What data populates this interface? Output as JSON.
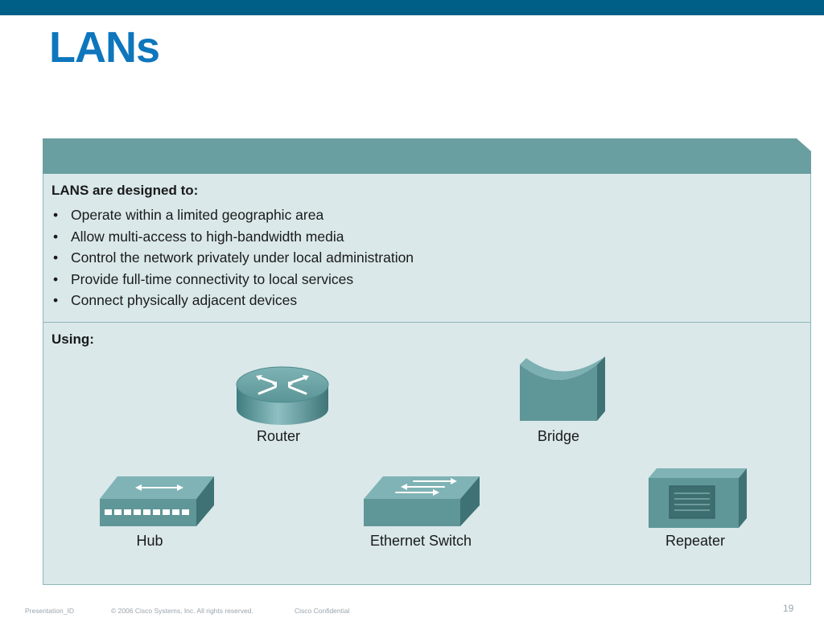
{
  "slide": {
    "title": "LANs"
  },
  "panel": {
    "intro_heading": "LANS are designed to:",
    "bullet_char": "•",
    "bullets": [
      "Operate within a limited geographic area",
      "Allow multi-access to high-bandwidth media",
      "Control the network privately under local administration",
      "Provide full-time connectivity to local services",
      "Connect physically adjacent devices"
    ],
    "using_heading": "Using:"
  },
  "devices": {
    "router": {
      "label": "Router",
      "icon": "router-icon"
    },
    "bridge": {
      "label": "Bridge",
      "icon": "bridge-icon"
    },
    "hub": {
      "label": "Hub",
      "icon": "hub-icon"
    },
    "switch": {
      "label": "Ethernet Switch",
      "icon": "ethernet-switch-icon"
    },
    "repeater": {
      "label": "Repeater",
      "icon": "repeater-icon"
    }
  },
  "footer": {
    "presentation_id": "Presentation_ID",
    "copyright": "© 2006 Cisco Systems, Inc. All rights reserved.",
    "confidential": "Cisco Confidential",
    "page_number": "19"
  },
  "colors": {
    "top_bar": "#005f87",
    "title": "#0e76bd",
    "panel_header": "#6a9fa1",
    "panel_body": "#dae8ea",
    "device_body": "#5f9698"
  }
}
